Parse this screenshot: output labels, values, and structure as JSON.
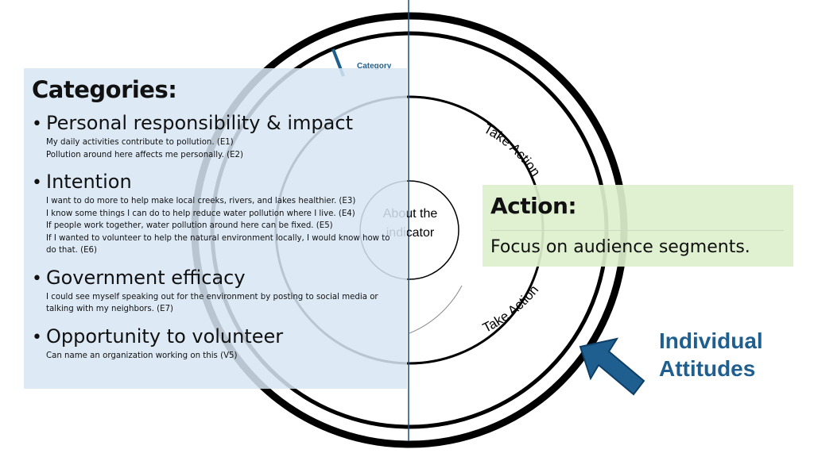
{
  "diagram": {
    "category_label": "Category",
    "ring_labels": {
      "take_action": "Take Action",
      "center_line1": "About the",
      "center_line2": "indicator"
    }
  },
  "categories_panel": {
    "title": "Categories:",
    "groups": [
      {
        "heading": "Personal responsibility & impact",
        "items": [
          "My daily activities contribute to pollution. (E1)",
          "Pollution around here affects me personally. (E2)"
        ]
      },
      {
        "heading": "Intention",
        "items": [
          "I want to do more to help make local creeks, rivers, and lakes healthier. (E3)",
          "I know some things I can do to help reduce water pollution where I live. (E4)",
          "If people work together, water pollution around here can be fixed. (E5)",
          "If I wanted to volunteer to help the natural environment locally, I would know how to",
          "do that. (E6)"
        ]
      },
      {
        "heading": "Government efficacy",
        "items": [
          "I could see myself speaking out for the environment by posting to social media or",
          "talking with my neighbors. (E7)"
        ]
      },
      {
        "heading": "Opportunity to volunteer",
        "items": [
          "Can name an organization working on this (V5)"
        ]
      }
    ]
  },
  "action_panel": {
    "title": "Action:",
    "description": "Focus on audience segments."
  },
  "callout": {
    "line1": "Individual",
    "line2": "Attitudes"
  },
  "colors": {
    "categories_bg": "#d7e6f4",
    "action_bg": "#dcf0cd",
    "arrow_fill": "#1f5f8f",
    "callout_text": "#1f5f8f"
  }
}
